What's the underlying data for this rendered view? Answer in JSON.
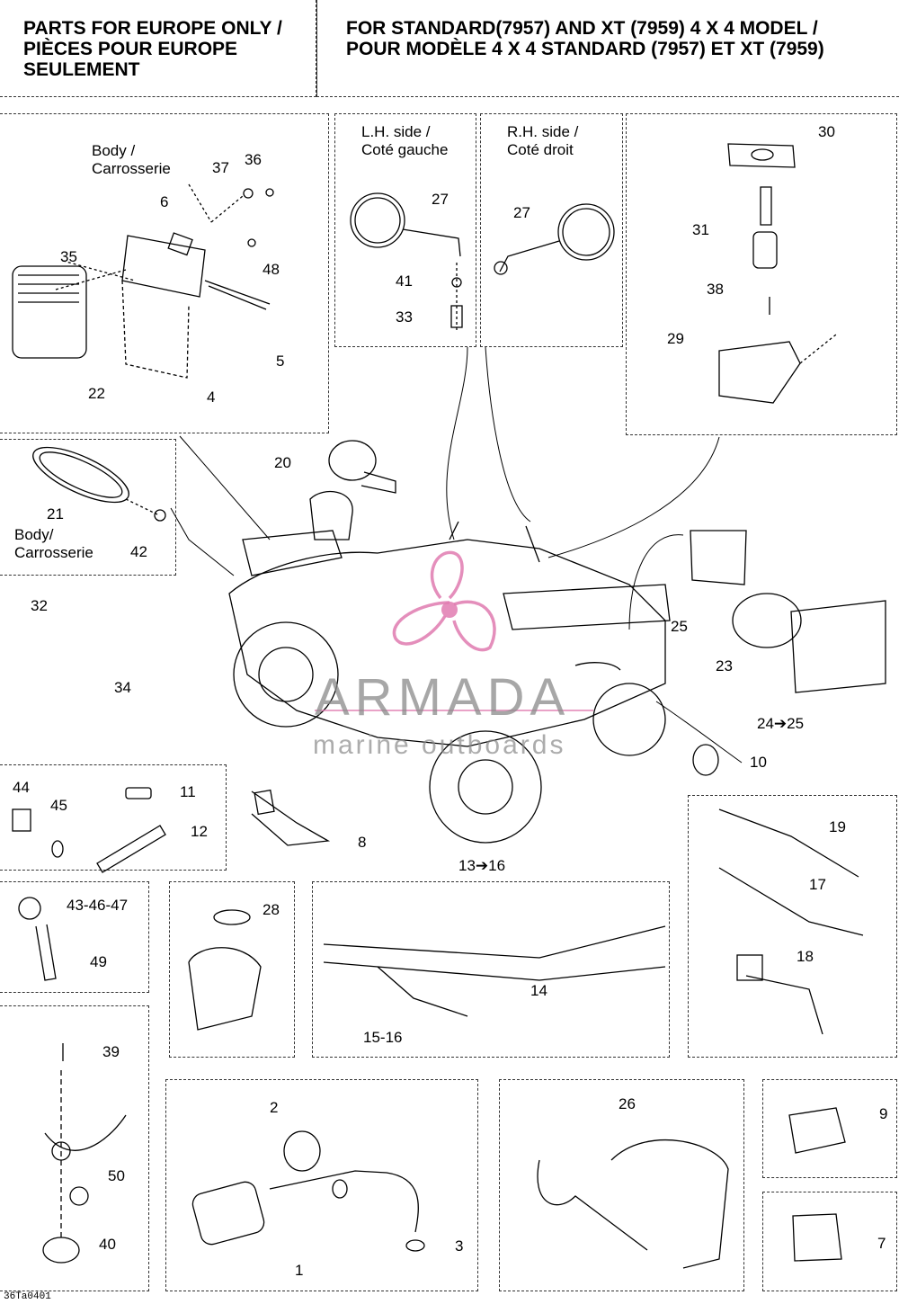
{
  "header": {
    "left": [
      "PARTS FOR EUROPE ONLY /",
      "PIÈCES POUR EUROPE",
      "SEULEMENT"
    ],
    "right": [
      "FOR STANDARD(7957) AND XT (7959) 4 X 4 MODEL /",
      "POUR MODÈLE 4 X 4 STANDARD (7957) ET XT (7959)"
    ]
  },
  "captions": {
    "body_1": [
      "Body /",
      "Carrosserie"
    ],
    "lh_side": [
      "L.H. side /",
      "Coté gauche"
    ],
    "rh_side": [
      "R.H. side /",
      "Coté droit"
    ],
    "body_2": [
      "Body/",
      "Carrosserie"
    ]
  },
  "callouts": {
    "c1": "1",
    "c2": "2",
    "c3": "3",
    "c4": "4",
    "c5": "5",
    "c6": "6",
    "c7": "7",
    "c8": "8",
    "c9": "9",
    "c10": "10",
    "c11": "11",
    "c12": "12",
    "c13_16": "13➔16",
    "c14": "14",
    "c15_16": "15-16",
    "c17": "17",
    "c18": "18",
    "c19": "19",
    "c20": "20",
    "c21": "21",
    "c22": "22",
    "c23": "23",
    "c24_25": "24➔25",
    "c25": "25",
    "c26": "26",
    "c27a": "27",
    "c27b": "27",
    "c28": "28",
    "c29": "29",
    "c30": "30",
    "c31": "31",
    "c32": "32",
    "c33": "33",
    "c34": "34",
    "c35": "35",
    "c36": "36",
    "c37": "37",
    "c38": "38",
    "c39": "39",
    "c40": "40",
    "c41": "41",
    "c42": "42",
    "c43_46_47": "43-46-47",
    "c44": "44",
    "c45": "45",
    "c48": "48",
    "c49": "49",
    "c50": "50"
  },
  "watermark": {
    "brand": "ARMADA",
    "tagline": "marine outboards",
    "accent": "#e07bb0"
  },
  "drawing_code": "36Ta0401"
}
